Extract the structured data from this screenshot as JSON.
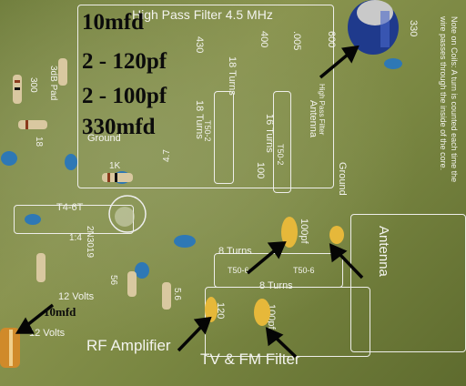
{
  "overlay_notes": [
    "10mfd",
    "2 - 120pf",
    "2 - 100pf",
    "330mfd"
  ],
  "overlay_small_note": "10mfd",
  "board_labels": {
    "hpf_title": "High Pass Filter  4.5 MHz",
    "tv_fm_filter": "TV & FM Filter",
    "rf_amplifier": "RF Amplifier",
    "antenna_small": "Antenna",
    "hpf_small": "High Pass Filter",
    "antenna_large": "Antenna",
    "ground_top": "Ground",
    "ground_right": "Ground",
    "coil_note": "Note on Coils: A turn is counted each time the wire passes through the inside of the core.",
    "turns_18a": "18 Turns",
    "turns_18b": "18 Turns",
    "turns_16": "16 Turns",
    "turns_8a": "8 Turns",
    "turns_8b": "8 Turns",
    "t50_2a": "T50-2",
    "t50_2b": "T50-2",
    "t50_6a": "T50-6",
    "t50_6b": "T50-6",
    "transformer": "T4-6T",
    "ratio": "1:4",
    "transistor": "2N3019",
    "volts_a": "12 Volts",
    "volts_b": "12 Volts",
    "attenuator": "3dB Pad",
    "r_300": "300",
    "r_18": "18",
    "r_1k": "1K",
    "cap_47": "4.7",
    "r_56a": "56",
    "r_56b": "5.6",
    "cap_120": "120",
    "cap_100a": "100pf",
    "cap_100b": "100pf",
    "cap_100c": "100",
    "cap_330": "330",
    "cap_400": "400",
    "cap_005": ".005",
    "cap_600": "600",
    "cap_430": "430"
  },
  "colors": {
    "board": "#7b8744",
    "silkscreen": "#f3f3ee",
    "annotation_text": "#0b0b0b",
    "arrow": "#050505"
  }
}
